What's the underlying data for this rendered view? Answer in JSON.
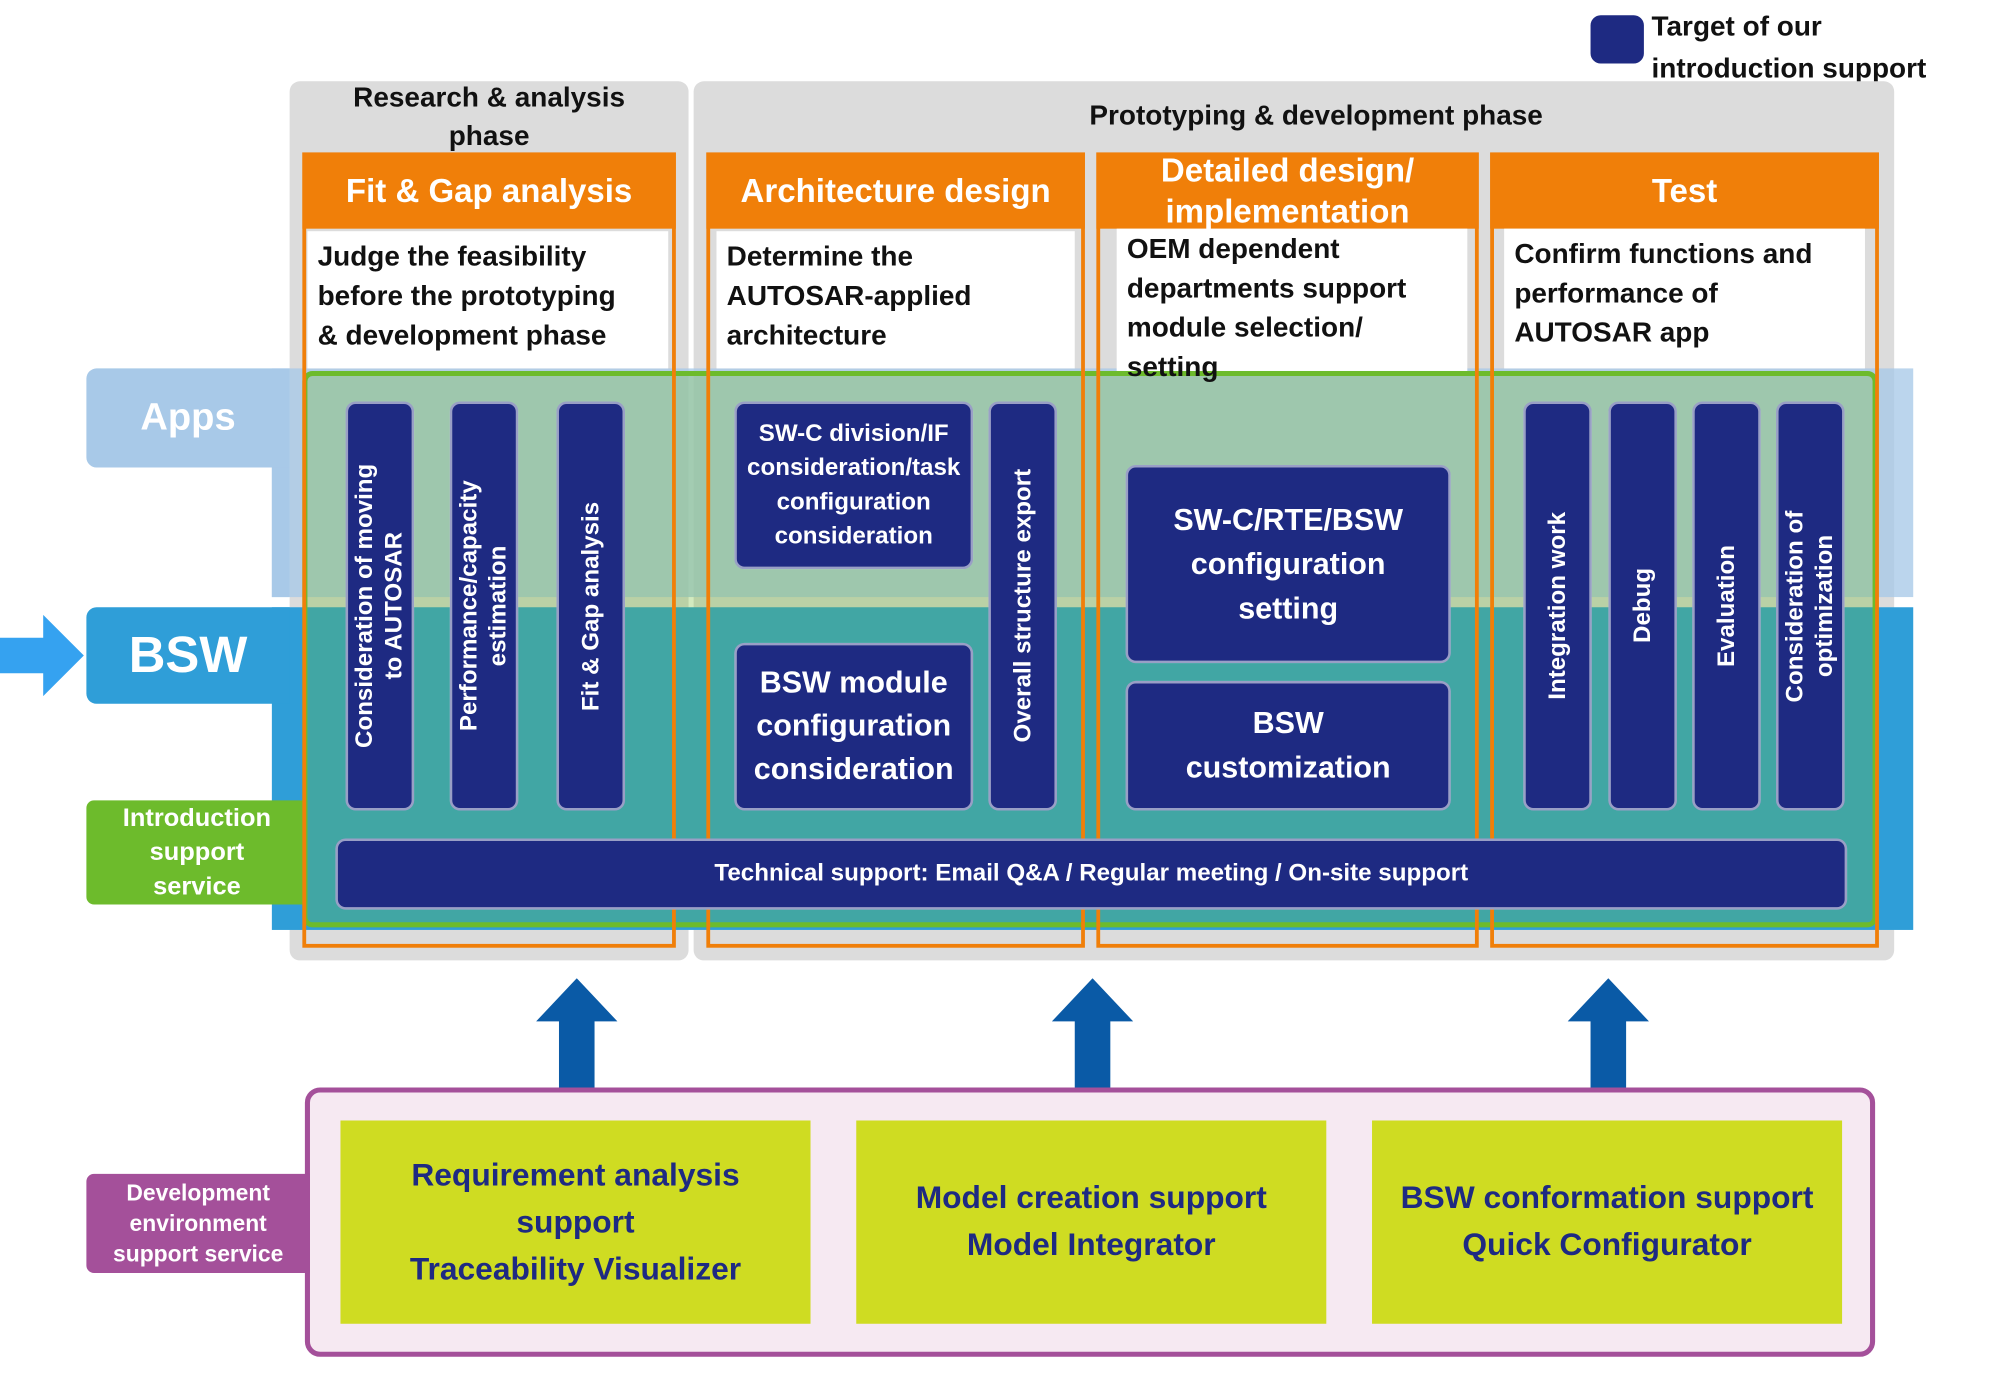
{
  "legend": {
    "label_line1": "Target of our",
    "label_line2": "introduction  support",
    "color": "#1e2a82"
  },
  "phases": {
    "research": {
      "line1": "Research & analysis",
      "line2": "phase"
    },
    "prototyping": {
      "label": "Prototyping & development phase"
    }
  },
  "columns": [
    {
      "header": "Fit & Gap analysis",
      "desc": [
        "Judge the feasibility",
        "before the prototyping",
        "& development phase"
      ]
    },
    {
      "header": "Architecture design",
      "desc": [
        "Determine the",
        "AUTOSAR-applied",
        "architecture"
      ]
    },
    {
      "header_line1": "Detailed design/",
      "header_line2": "implementation",
      "desc": [
        "OEM dependent",
        "departments support",
        "module selection/",
        "setting"
      ]
    },
    {
      "header": "Test",
      "desc": [
        "Confirm functions and",
        "performance of",
        "AUTOSAR app"
      ]
    }
  ],
  "layers": {
    "apps": "Apps",
    "bsw": "BSW",
    "introduction_service": [
      "Introduction",
      "support",
      "service"
    ]
  },
  "tasks": {
    "fitgap": [
      [
        "Consideration of moving",
        "to AUTOSAR"
      ],
      [
        "Performance/capacity",
        "estimation"
      ],
      [
        "Fit & Gap analysis"
      ]
    ],
    "arch_swc": [
      "SW-C division/IF",
      "consideration/task",
      "configuration",
      "consideration"
    ],
    "arch_bsw": [
      "BSW module",
      "configuration",
      "consideration"
    ],
    "arch_export": "Overall structure export",
    "detail_config": [
      "SW-C/RTE/BSW",
      "configuration",
      "setting"
    ],
    "detail_custom": [
      "BSW",
      "customization"
    ],
    "test": [
      [
        "Integration work"
      ],
      [
        "Debug"
      ],
      [
        "Evaluation"
      ],
      [
        "Consideration of",
        "optimization"
      ]
    ]
  },
  "technical_support": "Technical support: Email Q&A / Regular meeting / On-site support",
  "dev_service": {
    "label": [
      "Development",
      "environment",
      "support service"
    ],
    "tools": [
      [
        "Requirement analysis",
        "support",
        "Traceability Visualizer"
      ],
      [
        "Model creation support",
        "Model Integrator"
      ],
      [
        "BSW conformation support",
        "Quick Configurator"
      ]
    ]
  },
  "colors": {
    "orange": "#f07f09",
    "navy": "#1e2a82",
    "green": "#6dbb2c",
    "bsw_blue": "#2f9ed8",
    "apps_blue": "#a8c9e8",
    "purple": "#a4509a",
    "lime": "#cfdc22",
    "arrow_blue": "#0a5aa6"
  }
}
